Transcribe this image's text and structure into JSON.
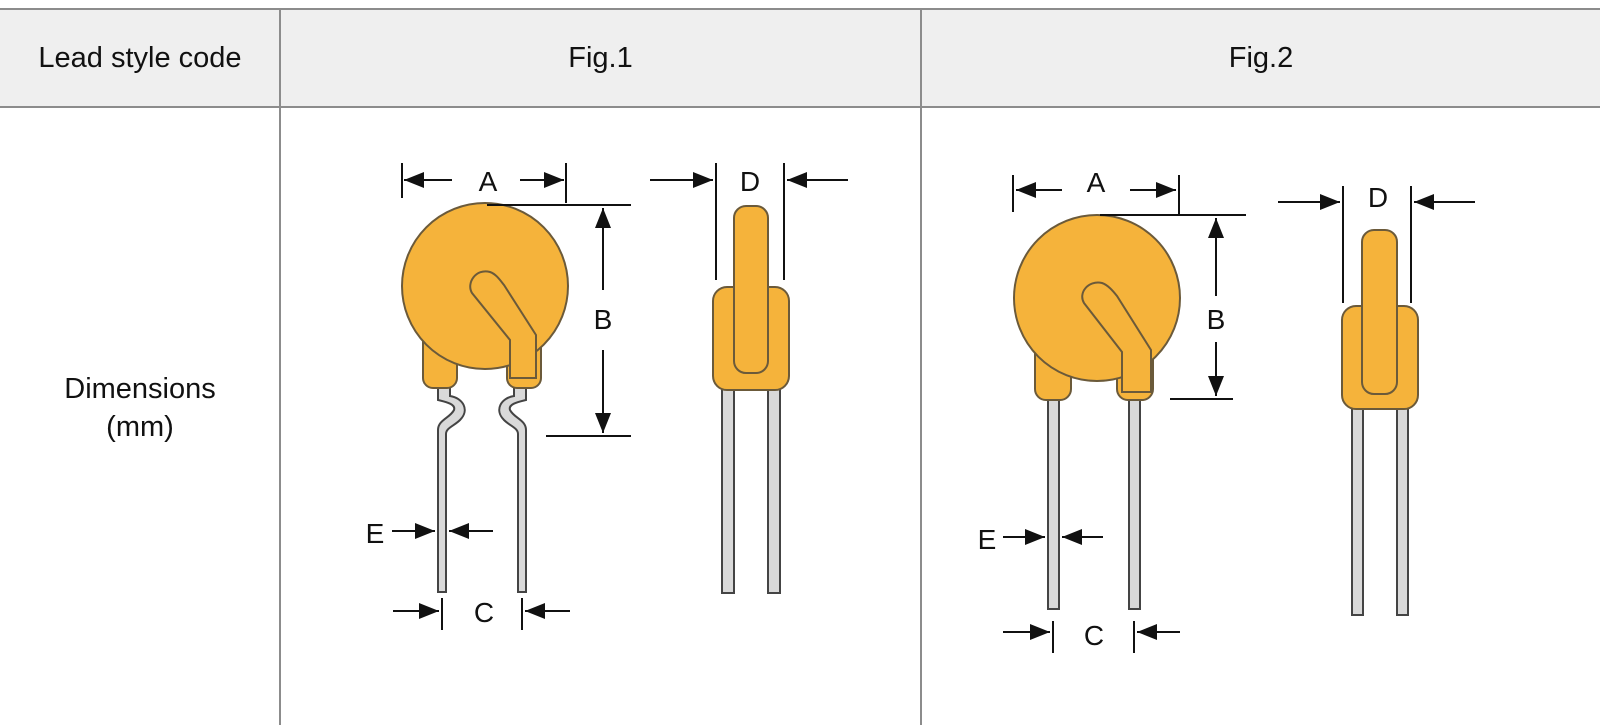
{
  "table": {
    "header": {
      "col1": "Lead style code",
      "col2": "Fig.1",
      "col3": "Fig.2"
    },
    "row": {
      "label_line1": "Dimensions",
      "label_line2": "(mm)"
    }
  },
  "fig1": {
    "labels": {
      "a": "A",
      "b": "B",
      "c": "C",
      "d": "D",
      "e": "E"
    }
  },
  "fig2": {
    "labels": {
      "a": "A",
      "b": "B",
      "c": "C",
      "d": "D",
      "e": "E"
    }
  },
  "colors": {
    "body_fill": "#f5b33b",
    "body_stroke": "#6b5a3a",
    "lead_fill": "#d9d9d9",
    "header_bg": "#efefef",
    "rule": "#8c8c8c"
  }
}
